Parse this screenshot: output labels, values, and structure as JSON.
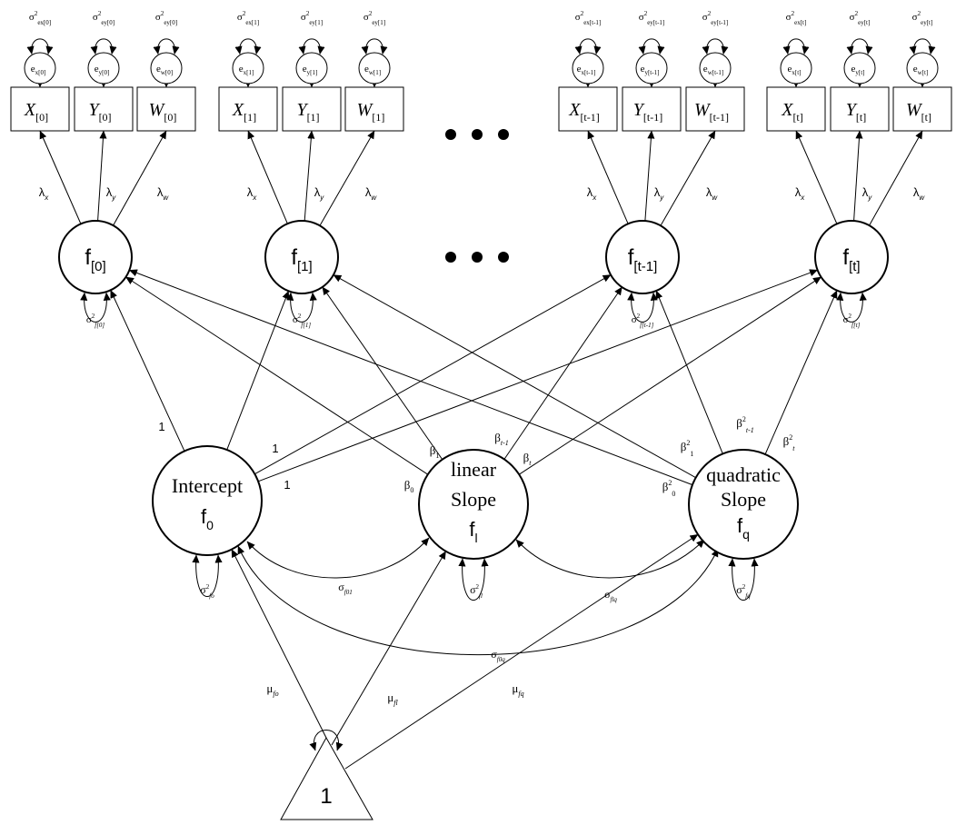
{
  "colors": {
    "line": "#000000",
    "background": "#ffffff"
  },
  "waves": [
    {
      "indicators": [
        {
          "v": "X",
          "sub": "[0]",
          "err": "x[0]",
          "var": "ex[0]"
        },
        {
          "v": "Y",
          "sub": "[0]",
          "err": "y[0]",
          "var": "ey[0]"
        },
        {
          "v": "W",
          "sub": "[0]",
          "err": "w[0]",
          "var": "ey[0]"
        }
      ],
      "factor": {
        "sub": "[0]"
      },
      "factor_variance": {
        "sub": "f[0]"
      }
    },
    {
      "indicators": [
        {
          "v": "X",
          "sub": "[1]",
          "err": "x[1]",
          "var": "ex[1]"
        },
        {
          "v": "Y",
          "sub": "[1]",
          "err": "y[1]",
          "var": "ey[1]"
        },
        {
          "v": "W",
          "sub": "[1]",
          "err": "w[1]",
          "var": "ey[1]"
        }
      ],
      "factor": {
        "sub": "[1]"
      },
      "factor_variance": {
        "sub": "f[1]"
      }
    },
    {
      "indicators": [
        {
          "v": "X",
          "sub": "[t-1]",
          "err": "x[t-1]",
          "var": "ex[t-1]"
        },
        {
          "v": "Y",
          "sub": "[t-1]",
          "err": "y[t-1]",
          "var": "ey[t-1]"
        },
        {
          "v": "W",
          "sub": "[t-1]",
          "err": "w[t-1]",
          "var": "ey[t-1]"
        }
      ],
      "factor": {
        "sub": "[t-1]"
      },
      "factor_variance": {
        "sub": "f[t-1]"
      }
    },
    {
      "indicators": [
        {
          "v": "X",
          "sub": "[t]",
          "err": "x[t]",
          "var": "ex[t]"
        },
        {
          "v": "Y",
          "sub": "[t]",
          "err": "y[t]",
          "var": "ey[t]"
        },
        {
          "v": "W",
          "sub": "[t]",
          "err": "w[t]",
          "var": "ey[t]"
        }
      ],
      "factor": {
        "sub": "[t]"
      },
      "factor_variance": {
        "sub": "f[t]"
      }
    }
  ],
  "loadings": {
    "x": "x",
    "y": "y",
    "w": "w"
  },
  "symbols": {
    "sigma": "σ",
    "lambda": "λ",
    "beta": "β",
    "mu": "μ",
    "squared": "2",
    "error": "e",
    "factor": "f"
  },
  "ellipsis": "• • •",
  "growth_factors": {
    "intercept": {
      "line1": "Intercept",
      "symbol": "f",
      "sub": "0"
    },
    "linear": {
      "line1": "linear",
      "line2": "Slope",
      "symbol": "f",
      "sub": "l"
    },
    "quadratic": {
      "line1": "quadratic",
      "line2": "Slope",
      "symbol": "f",
      "sub": "q"
    }
  },
  "intercept_loadings": [
    "1",
    "1",
    "1"
  ],
  "linear_loadings": [
    {
      "sub": "0",
      "sup": ""
    },
    {
      "sub": "1",
      "sup": ""
    },
    {
      "sub": "t-1",
      "sup": ""
    },
    {
      "sub": "t",
      "sup": ""
    }
  ],
  "quadratic_loadings": [
    {
      "sub": "0",
      "sup": "2"
    },
    {
      "sub": "1",
      "sup": "2"
    },
    {
      "sub": "t-1",
      "sup": "2"
    },
    {
      "sub": "t",
      "sup": "2"
    }
  ],
  "growth_variances": {
    "intercept": "fo",
    "linear": "fl",
    "quadratic": "fq"
  },
  "covariances": {
    "intercept_linear": "f01",
    "linear_quadratic": "flq",
    "intercept_quadratic": "f0q"
  },
  "constant": {
    "label": "1"
  },
  "means": {
    "intercept": "fo",
    "linear": "fl",
    "quadratic": "fq"
  }
}
